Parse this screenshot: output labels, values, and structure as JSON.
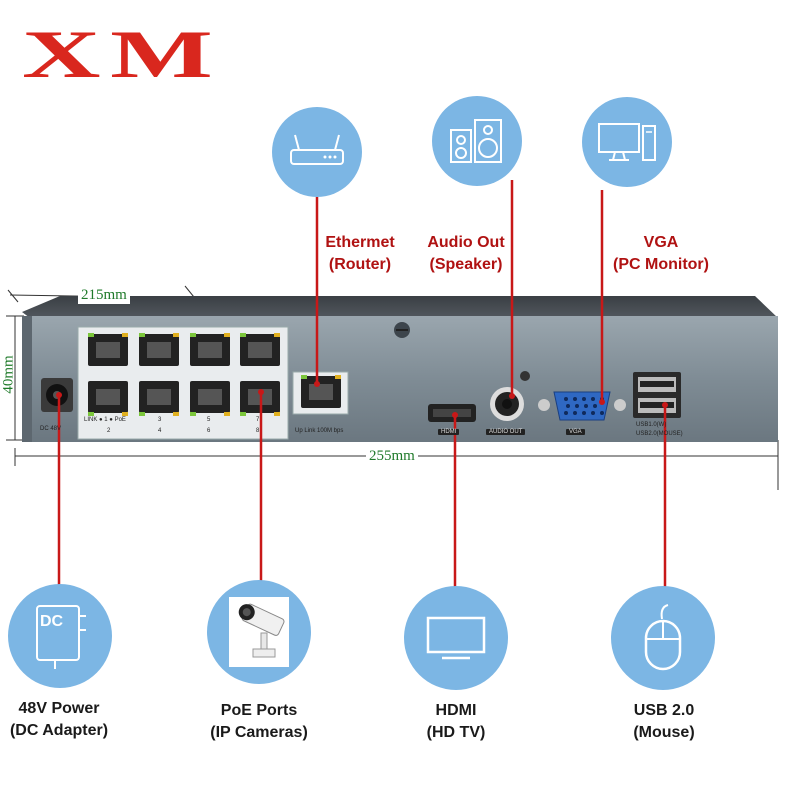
{
  "brand": {
    "logo_text": "XM",
    "logo_color": "#d9271e"
  },
  "dimensions": {
    "depth": "215mm",
    "height": "40mm",
    "width": "255mm"
  },
  "device": {
    "dc_label": "DC 48V",
    "port_row_labels": [
      "LINK ● 1 ● PoE",
      "3",
      "5",
      "7"
    ],
    "port_col_labels": [
      "2",
      "4",
      "6",
      "8"
    ],
    "uplink_label": "Up Link 100M bps",
    "hdmi_caption": "HDMI",
    "audio_caption": "AUDIO OUT",
    "vga_caption": "VGA",
    "usb_captions": [
      "USB1.0(W)",
      "USB2.0(MOUSE)"
    ]
  },
  "callouts": {
    "ethernet": {
      "line1": "Ethermet",
      "line2": "(Router)",
      "icon": "router-icon"
    },
    "audio": {
      "line1": "Audio Out",
      "line2": "(Speaker)",
      "icon": "speaker-icon"
    },
    "vga": {
      "line1": "VGA",
      "line2": "(PC Monitor)",
      "icon": "pc-monitor-icon"
    },
    "power": {
      "line1": "48V Power",
      "line2": "(DC Adapter)",
      "icon": "dc-adapter-icon",
      "icon_text": "DC"
    },
    "poe": {
      "line1": "PoE Ports",
      "line2": "(IP Cameras)",
      "icon": "ip-camera-icon"
    },
    "hdmi": {
      "line1": "HDMI",
      "line2": "(HD TV)",
      "icon": "tv-icon"
    },
    "usb": {
      "line1": "USB 2.0",
      "line2": "(Mouse)",
      "icon": "mouse-icon"
    }
  },
  "colors": {
    "accent_red": "#b01212",
    "icon_circle": "#7cb6e4",
    "device_gray": "#7d8a94",
    "dimension_green": "#1f7a2a"
  }
}
